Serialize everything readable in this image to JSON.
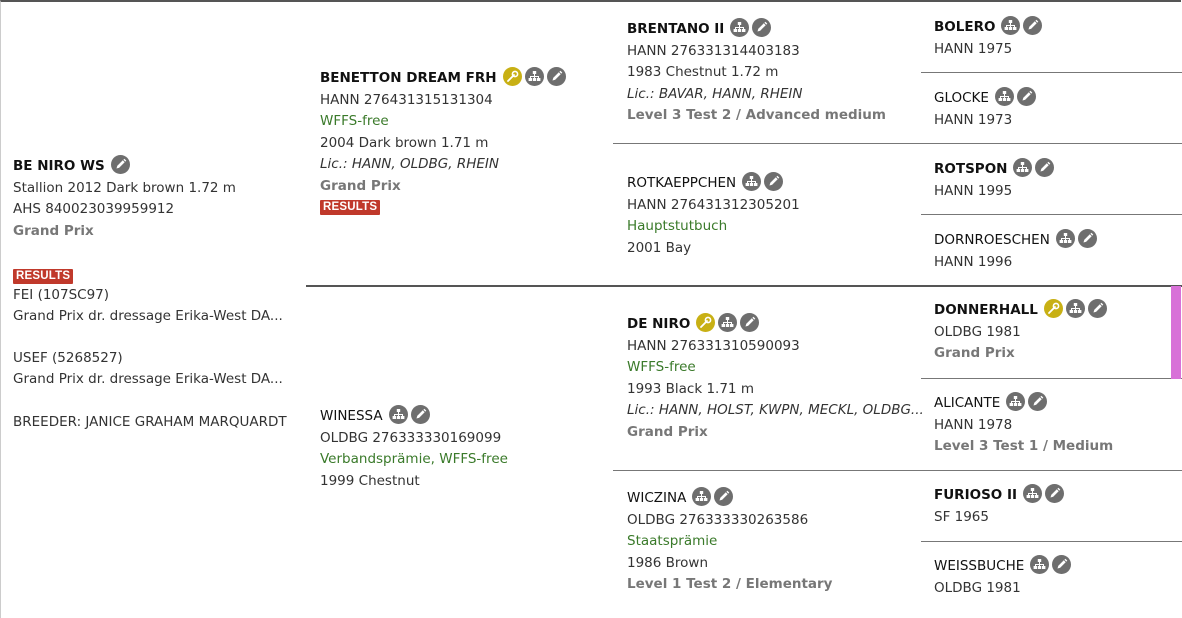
{
  "subject": {
    "name": "BE NIRO WS",
    "line1": "Stallion 2012 Dark brown 1.72 m",
    "line2": "AHS 840023039959912",
    "level": "Grand Prix",
    "results_label": "RESULTS",
    "fei": "FEI (107SC97)",
    "fei_result": "Grand Prix dr. dressage Erika-West DA...",
    "usef": "USEF (5268527)",
    "usef_result": "Grand Prix dr. dressage Erika-West DA...",
    "breeder": "BREEDER: JANICE GRAHAM MARQUARDT"
  },
  "sire": {
    "name": "BENETTON DREAM FRH",
    "reg": "HANN 276431315131304",
    "award": "WFFS-free",
    "info": "2004 Dark brown 1.71 m",
    "lic": "Lic.: HANN, OLDBG, RHEIN",
    "level": "Grand Prix",
    "results_label": "RESULTS"
  },
  "dam": {
    "name": "WINESSA",
    "reg": "OLDBG 276333330169099",
    "award": "Verbandsprämie, WFFS-free",
    "info": "1999 Chestnut"
  },
  "gen3": {
    "brentano": {
      "name": "BRENTANO II",
      "reg": "HANN 276331314403183",
      "info": "1983 Chestnut 1.72 m",
      "lic": "Lic.: BAVAR, HANN, RHEIN",
      "level": "Level 3 Test 2 / Advanced medium"
    },
    "rotkaeppchen": {
      "name": "ROTKAEPPCHEN",
      "reg": "HANN 276431312305201",
      "award": "Hauptstutbuch",
      "info": "2001 Bay"
    },
    "deniro": {
      "name": "DE NIRO",
      "reg": "HANN 276331310590093",
      "award": "WFFS-free",
      "info": "1993 Black 1.71 m",
      "lic": "Lic.: HANN, HOLST, KWPN, MECKL, OLDBG...",
      "level": "Grand Prix"
    },
    "wiczina": {
      "name": "WICZINA",
      "reg": "OLDBG 276333330263586",
      "award": "Staatsprämie",
      "info": "1986 Brown",
      "level": "Level 1 Test 2 / Elementary"
    }
  },
  "gen4": {
    "bolero": {
      "name": "BOLERO",
      "reg": "HANN 1975"
    },
    "glocke": {
      "name": "GLOCKE",
      "reg": "HANN 1973"
    },
    "rotspon": {
      "name": "ROTSPON",
      "reg": "HANN 1995"
    },
    "dornroeschen": {
      "name": "DORNROESCHEN",
      "reg": "HANN 1996"
    },
    "donnerhall": {
      "name": "DONNERHALL",
      "reg": "OLDBG 1981",
      "level": "Grand Prix"
    },
    "alicante": {
      "name": "ALICANTE",
      "reg": "HANN 1978",
      "level": "Level 3 Test 1 / Medium"
    },
    "furioso": {
      "name": "FURIOSO II",
      "reg": "SF 1965"
    },
    "weissbuche": {
      "name": "WEISSBUCHE",
      "reg": "OLDBG 1981"
    }
  },
  "colors": {
    "results_bg": "#c0392b",
    "award_green": "#3a7a2a",
    "sire_marker": "#c8b014",
    "icon_grey": "#6e6e6e",
    "highlight_bar": "#d871d8"
  },
  "icon_names": [
    "pencil-edit-icon",
    "pedigree-tree-icon",
    "sire-key-icon"
  ]
}
